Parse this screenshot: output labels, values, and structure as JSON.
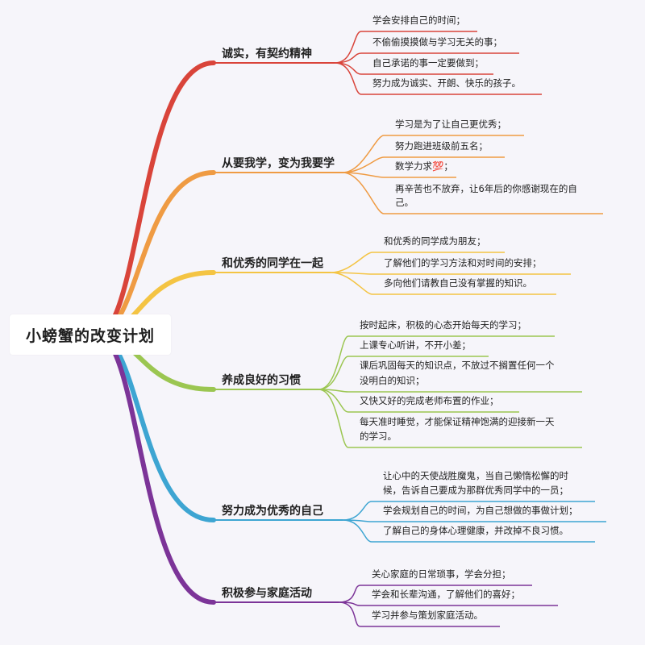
{
  "root": {
    "title": "小螃蟹的改变计划"
  },
  "branches": [
    {
      "label": "诚实，有契约精神",
      "color": "#d9443a",
      "leaves": [
        [
          "学会安排自己的时间；"
        ],
        [
          "不偷偷摸摸做与学习无关的事；"
        ],
        [
          "自己承诺的事一定要做到；"
        ],
        [
          "努力成为诚实、开朗、快乐的孩子。"
        ]
      ]
    },
    {
      "label": "从要我学，变为我要学",
      "color": "#ef9b43",
      "leaves": [
        [
          "学习是为了让自己更优秀；"
        ],
        [
          "努力跑进班级前五名；"
        ],
        [
          "数学力求💯；"
        ],
        [
          "再辛苦也不放弃，让6年后的你感谢现在的自",
          "己。"
        ]
      ]
    },
    {
      "label": "和优秀的同学在一起",
      "color": "#f4c443",
      "leaves": [
        [
          "和优秀的同学成为朋友；"
        ],
        [
          "了解他们的学习方法和对时间的安排；"
        ],
        [
          "多向他们请教自己没有掌握的知识。"
        ]
      ]
    },
    {
      "label": "养成良好的习惯",
      "color": "#9bc651",
      "leaves": [
        [
          "按时起床，积极的心态开始每天的学习；"
        ],
        [
          "上课专心听讲，不开小差；"
        ],
        [
          "课后巩固每天的知识点，不放过不搁置任何一个",
          "没明白的知识；"
        ],
        [
          "又快又好的完成老师布置的作业；"
        ],
        [
          "每天准时睡觉，才能保证精神饱满的迎接新一天",
          "的学习。"
        ]
      ]
    },
    {
      "label": "努力成为优秀的自己",
      "color": "#3da5d2",
      "leaves": [
        [
          "让心中的天使战胜魔鬼，当自己懒惰松懈的时",
          "候，告诉自己要成为那群优秀同学中的一员；"
        ],
        [
          "学会规划自己的时间，为自己想做的事做计划；"
        ],
        [
          "了解自己的身体心理健康，并改掉不良习惯。"
        ]
      ]
    },
    {
      "label": "积极参与家庭活动",
      "color": "#7c3498",
      "leaves": [
        [
          "关心家庭的日常琐事，学会分担；"
        ],
        [
          "学会和长辈沟通，了解他们的喜好；"
        ],
        [
          "学习并参与策划家庭活动。"
        ]
      ]
    }
  ]
}
